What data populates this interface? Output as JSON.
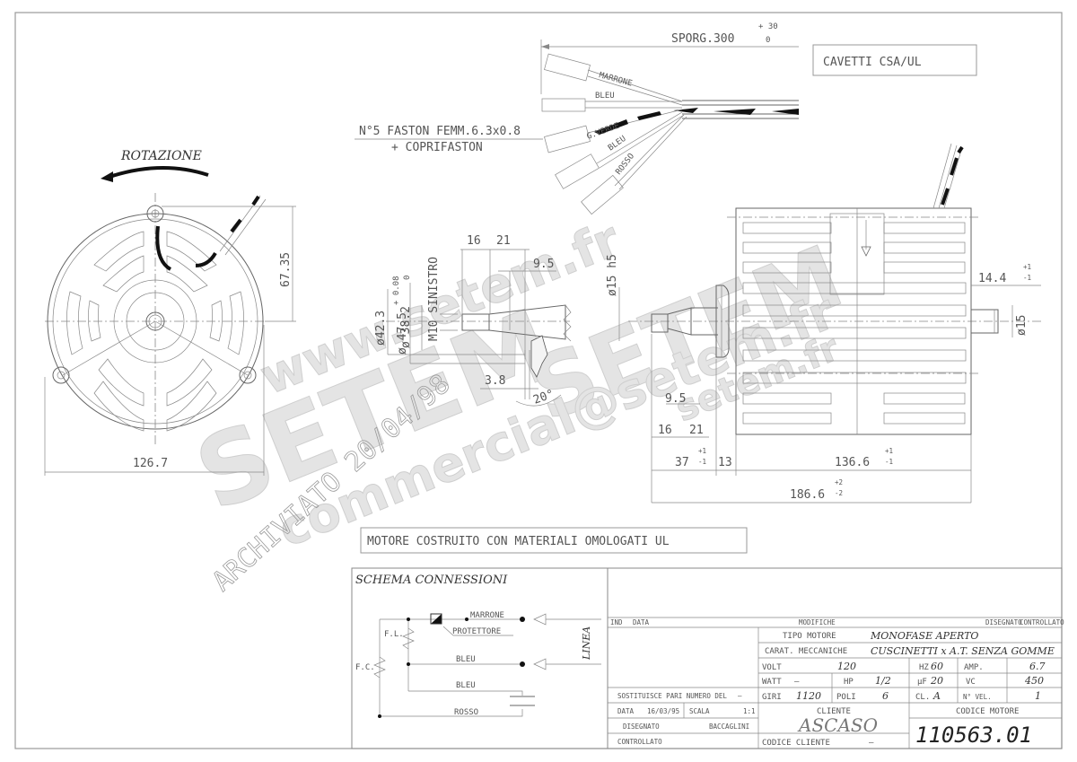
{
  "drawing": {
    "cable_note": "CAVETTI CSA/UL",
    "ul_note": "MOTORE COSTRUITO CON MATERIALI OMOLOGATI UL",
    "rotation_label": "ROTAZIONE",
    "lead_length": {
      "label": "SPORG.300",
      "tol_plus": "+ 30",
      "tol_minus": "0"
    },
    "faston_note": {
      "line1": "N°5 FASTON FEMM.6.3x0.8",
      "line2": "+ COPRIFASTON"
    },
    "wires": [
      "MARRONE",
      "BLEU",
      "G.VERDE",
      "BLEU",
      "ROSSO"
    ],
    "front_view": {
      "width_dim": "126.7",
      "height_dim": "67.35"
    },
    "shaft_detail": {
      "d1": "ø 47.5",
      "d2": "ø42.3",
      "d3": "ø 38.2",
      "d3_tol_plus": "+ 0.08",
      "d3_tol_minus": "0",
      "thread": "M10 SINISTRO",
      "len1": "16",
      "len2": "21",
      "len3": "9.5",
      "shaft_dia": "ø15 h5",
      "thickness": "3.8",
      "angle": "20°"
    },
    "side_view": {
      "dim_9_5": "9.5",
      "dim_16": "16",
      "dim_21": "21",
      "dim_37": "37",
      "dim_37_tol_plus": "+1",
      "dim_37_tol_minus": "-1",
      "dim_13": "13",
      "dim_136_6": "136.6",
      "dim_136_tol_plus": "+1",
      "dim_136_tol_minus": "-1",
      "dim_186_6": "186.6",
      "dim_186_tol_plus": "+2",
      "dim_186_tol_minus": "-2",
      "dim_14_4": "14.4",
      "dim_14_tol_plus": "+1",
      "dim_14_tol_minus": "-1",
      "rear_shaft": "ø15"
    }
  },
  "schema": {
    "title": "SCHEMA CONNESSIONI",
    "labels": {
      "marrone": "MARRONE",
      "protettore": "PROTETTORE",
      "bleu1": "BLEU",
      "bleu2": "BLEU",
      "rosso": "ROSSO",
      "fl": "F.L.",
      "fc": "F.C.",
      "linea": "LINEA"
    }
  },
  "title_block": {
    "revisions_header": {
      "ind": "IND",
      "data": "DATA",
      "modifiche": "MODIFICHE",
      "disegnato": "DISEGNATO",
      "controllato": "CONTROLLATO"
    },
    "tipo_motore_label": "TIPO MOTORE",
    "tipo_motore": "MONOFASE  APERTO",
    "carat_label": "CARAT. MECCANICHE",
    "carat": "CUSCINETTI x A.T. SENZA GOMME",
    "volt_label": "VOLT",
    "volt": "120",
    "hz_label": "HZ",
    "hz": "60",
    "amp_label": "AMP.",
    "amp": "6.7",
    "watt_label": "WATT",
    "watt": "–",
    "hp_label": "HP",
    "hp": "1/2",
    "uf_label": "µF",
    "uf": "20",
    "vc_label": "VC",
    "vc": "450",
    "giri_label": "GIRI",
    "giri": "1120",
    "poli_label": "POLI",
    "poli": "6",
    "cl_label": "CL.",
    "cl": "A",
    "nvel_label": "N° VEL.",
    "nvel": "1",
    "sostituisce_label": "SOSTITUISCE PARI NUMERO DEL",
    "sostituisce": "–",
    "data_label": "DATA",
    "data": "16/03/95",
    "scala_label": "SCALA",
    "scala": "1:1",
    "disegnato_label": "DISEGNATO",
    "disegnato": "BACCAGLINI",
    "controllato_label": "CONTROLLATO",
    "cliente_label": "CLIENTE",
    "cliente": "ASCASO",
    "codice_cliente_label": "CODICE CLIENTE",
    "codice_cliente": "–",
    "codice_motore_label": "CODICE MOTORE",
    "codice_motore": "110563.01"
  },
  "watermarks": {
    "url1": "www.setem.fr",
    "brand": "SETEM",
    "brand2": "SETEM",
    "email": "commercial@setem.fr",
    "url2": "setem.fr",
    "archive": "ARCHIVIATO 20/04/98"
  }
}
